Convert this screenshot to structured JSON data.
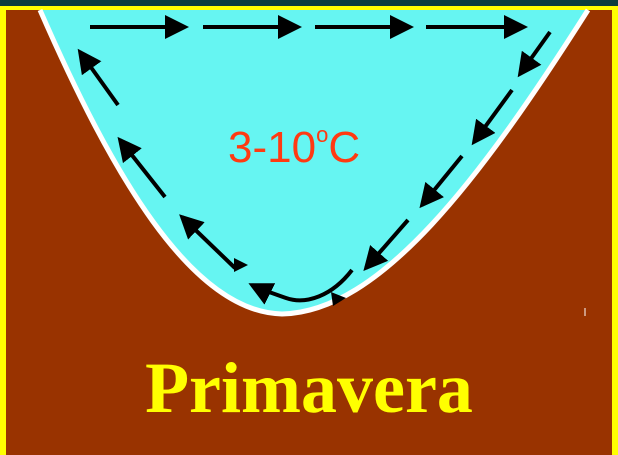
{
  "colors": {
    "frame": "#ffff00",
    "background": "#0b3d3d",
    "soil": "#993300",
    "water": "#66f5f2",
    "shoreline": "#ffffff",
    "arrows": "#000000",
    "temperature_text": "#ff3a12",
    "title_text": "#ffff00"
  },
  "diagram": {
    "temperature": {
      "value": "3-10",
      "degree_symbol": "o",
      "unit": "C"
    },
    "season_title": "Primavera",
    "circulation": "water circulates in a loop along the lake basin walls",
    "icons": [
      "arrow-right-icon",
      "arrow-down-left-icon",
      "arrow-up-left-icon",
      "curved-arrow-icon"
    ]
  }
}
